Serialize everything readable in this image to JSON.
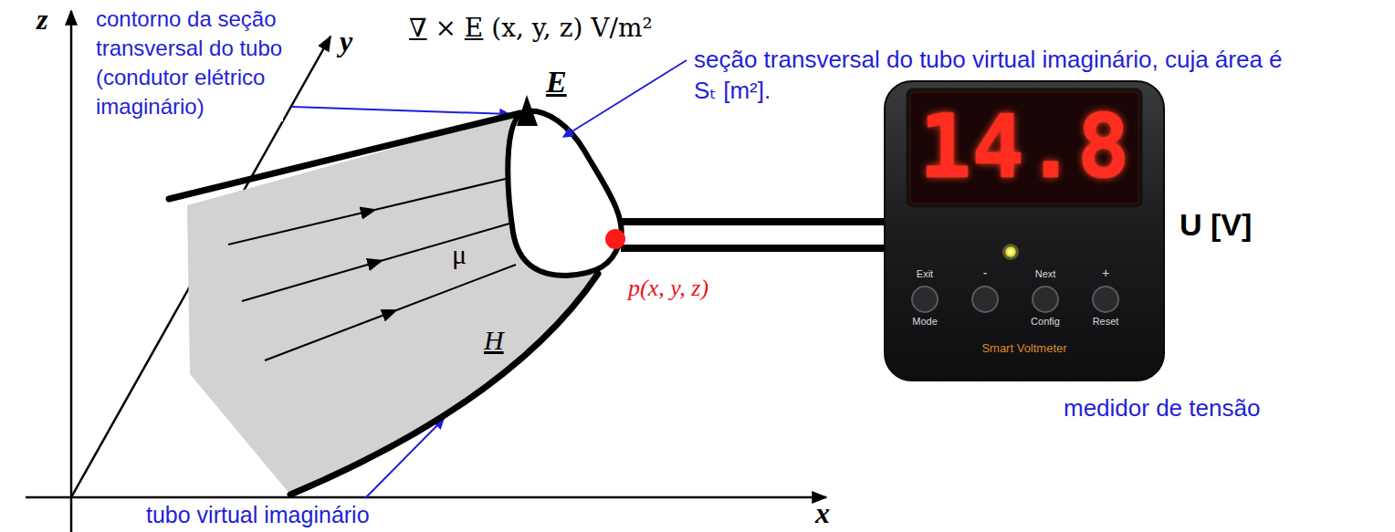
{
  "diagram": {
    "nodes": [
      {
        "text": [
          "μ",
          "H"
        ]
      },
      {
        "text": [
          "14.8",
          "Exit",
          "Mode",
          "-",
          "Next",
          "Config",
          "+",
          "Reset",
          "Smart Voltmeter"
        ]
      }
    ],
    "edges": [
      {
        "from": 0,
        "to": 1,
        "arrow": "none"
      },
      {
        "from": 0,
        "to": 1,
        "arrow": "none"
      }
    ],
    "labels": [
      "z",
      "contorno da seção transversal do tubo (condutor elétrico imaginário)",
      "y",
      "∇ × E (x, y, z) V/m²",
      "E",
      "seção transversal do tubo virtual imaginário, cuja área é Sₜ [m²].",
      "p(x, y, z)",
      "U [V]",
      "medidor de tensão",
      "tubo virtual imaginário",
      "x"
    ]
  }
}
